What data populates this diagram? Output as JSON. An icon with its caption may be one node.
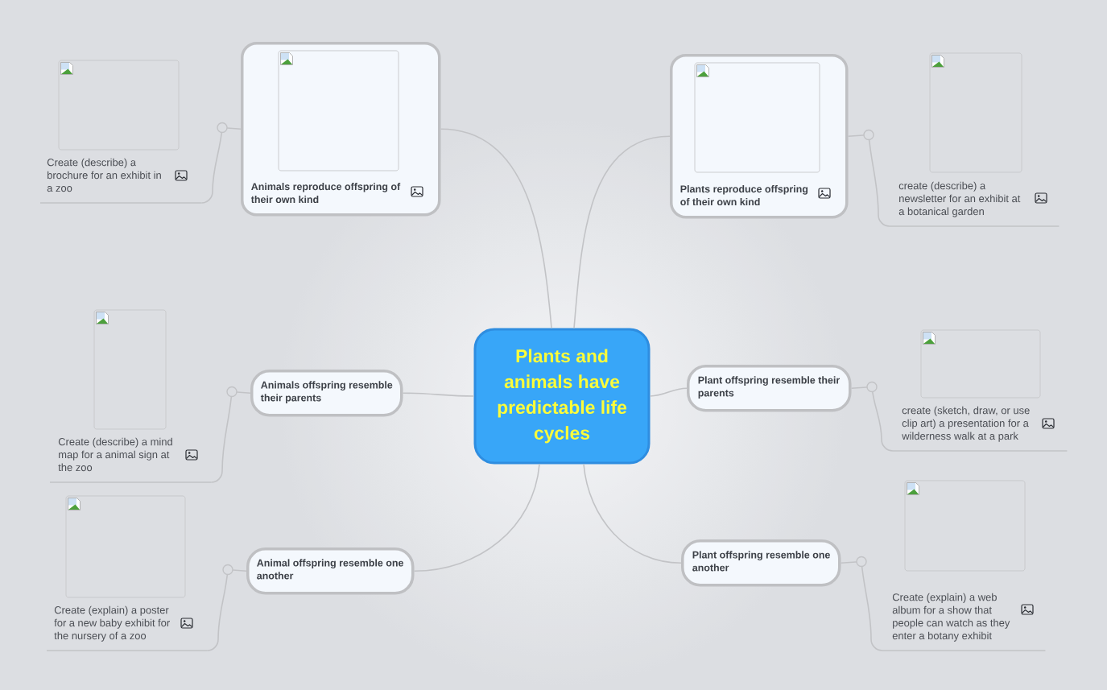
{
  "diagram": {
    "nodes": [
      {
        "text": [
          "Plants and animals have predictable life cycles"
        ]
      },
      {
        "text": [
          "Animals reproduce offspring of their own kind"
        ]
      },
      {
        "text": [
          "Create (describe) a brochure for an exhibit in a zoo"
        ]
      },
      {
        "text": [
          "Plants reproduce offspring of their own kind"
        ]
      },
      {
        "text": [
          "create (describe) a newsletter for an exhibit at a botanical garden"
        ]
      },
      {
        "text": [
          "Animals offspring resemble their parents"
        ]
      },
      {
        "text": [
          "Create (describe) a mind map for a animal sign at the zoo"
        ]
      },
      {
        "text": [
          "Plant offspring resemble their parents"
        ]
      },
      {
        "text": [
          "create (sketch, draw, or use clip art) a presentation for a wilderness walk at a park"
        ]
      },
      {
        "text": [
          "Animal offspring resemble one another"
        ]
      },
      {
        "text": [
          "Create (explain) a poster for a new baby exhibit for the nursery of a zoo"
        ]
      },
      {
        "text": [
          "Plant offspring resemble one another"
        ]
      },
      {
        "text": [
          "Create (explain) a web album for a show that people can watch as they enter a botany exhibit"
        ]
      }
    ],
    "edges": [
      {
        "from": 0,
        "to": 1,
        "arrow": "none"
      },
      {
        "from": 1,
        "to": 2,
        "arrow": "none"
      },
      {
        "from": 0,
        "to": 3,
        "arrow": "none"
      },
      {
        "from": 3,
        "to": 4,
        "arrow": "none"
      },
      {
        "from": 0,
        "to": 5,
        "arrow": "none"
      },
      {
        "from": 5,
        "to": 6,
        "arrow": "none"
      },
      {
        "from": 0,
        "to": 7,
        "arrow": "none"
      },
      {
        "from": 7,
        "to": 8,
        "arrow": "none"
      },
      {
        "from": 0,
        "to": 9,
        "arrow": "none"
      },
      {
        "from": 9,
        "to": 10,
        "arrow": "none"
      },
      {
        "from": 0,
        "to": 11,
        "arrow": "none"
      },
      {
        "from": 11,
        "to": 12,
        "arrow": "none"
      }
    ]
  }
}
